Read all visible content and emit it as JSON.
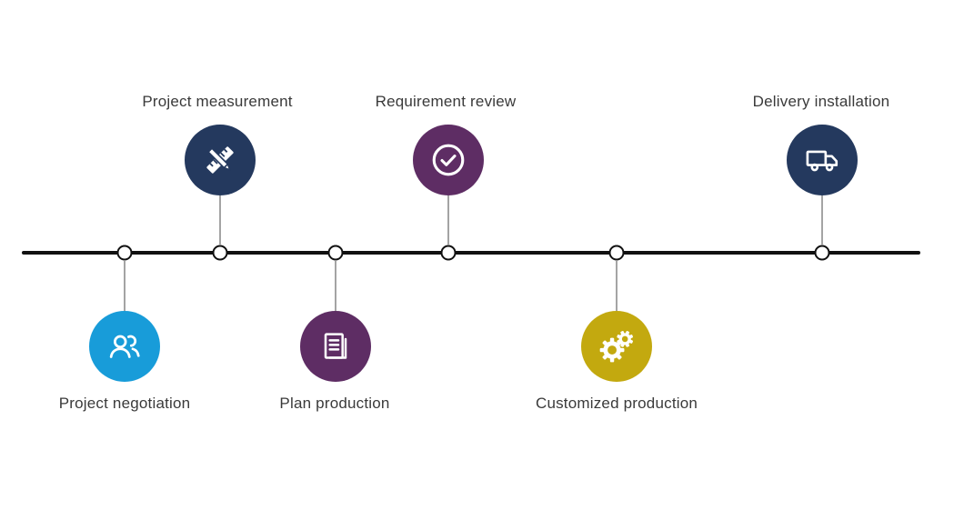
{
  "diagram": {
    "type": "process-timeline",
    "axis_color": "#111111",
    "text_color": "#3a3a3a",
    "items": [
      {
        "label": "Project negotiation",
        "side": "below",
        "icon": "users-icon",
        "color": "#189CD9"
      },
      {
        "label": "Project measurement",
        "side": "above",
        "icon": "ruler-pencil-icon",
        "color": "#24395E"
      },
      {
        "label": "Plan production",
        "side": "below",
        "icon": "document-icon",
        "color": "#5E2D64"
      },
      {
        "label": "Requirement review",
        "side": "above",
        "icon": "check-circle-icon",
        "color": "#5E2D64"
      },
      {
        "label": "Customized production",
        "side": "below",
        "icon": "gears-icon",
        "color": "#C3A90F"
      },
      {
        "label": "Delivery installation",
        "side": "above",
        "icon": "truck-icon",
        "color": "#24395E"
      }
    ]
  }
}
